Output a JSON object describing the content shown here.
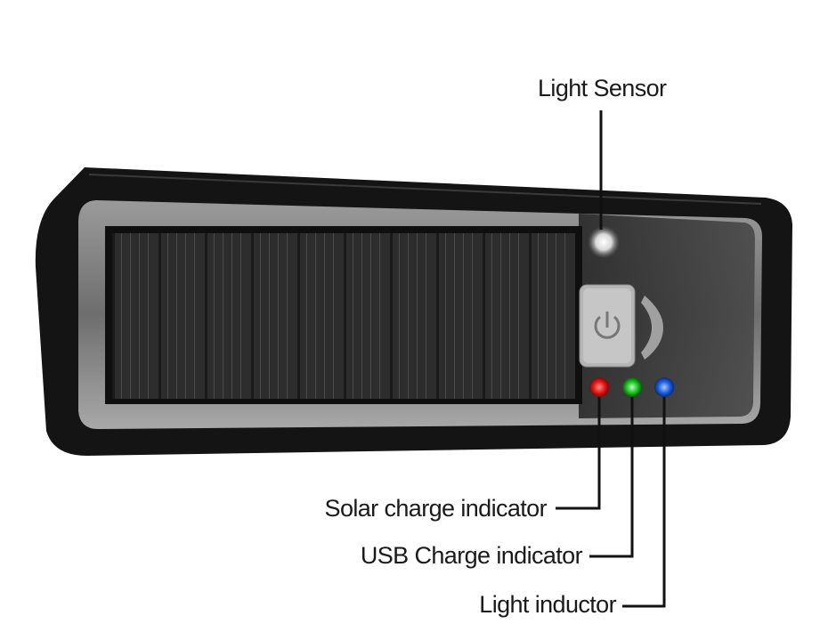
{
  "labels": {
    "light_sensor": "Light Sensor",
    "solar_charge_indicator": "Solar charge indicator",
    "usb_charge_indicator": "USB Charge indicator",
    "light_inductor": "Light inductor"
  },
  "colors": {
    "housing": "#141414",
    "lens": "#8a8a8a",
    "solar_panel": "#2c2c2c",
    "power_button": "#b5b5b5",
    "solar_led": "#e01818",
    "usb_led": "#18c21e",
    "light_led": "#1c5fe0",
    "leader_line": "#111111"
  },
  "icons": {
    "power_button": "power-icon"
  }
}
